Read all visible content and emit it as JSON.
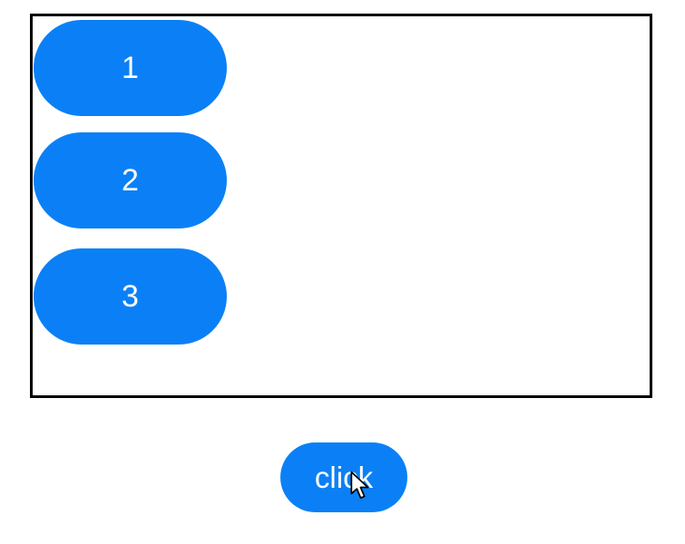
{
  "page": {
    "background": "#ffffff"
  },
  "box": {
    "name": "button-box",
    "border_color": "#000000"
  },
  "pill_buttons": [
    {
      "label": "1"
    },
    {
      "label": "2"
    },
    {
      "label": "3"
    }
  ],
  "click_button": {
    "label": "click"
  },
  "colors": {
    "button_blue": "#0b80f6",
    "button_text": "#ffffff",
    "box_border": "#000000"
  },
  "cursor": {
    "icon": "arrow-cursor"
  }
}
